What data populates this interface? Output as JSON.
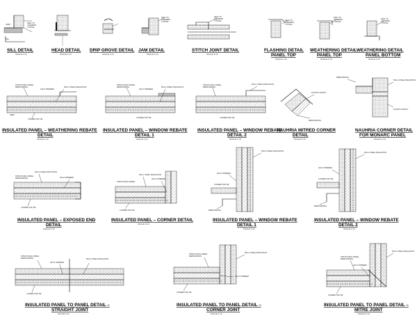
{
  "details": [
    {
      "id": "sill",
      "title": [
        "SILL DETAIL"
      ],
      "scale": "SCALE 1:10",
      "notes": [
        "SEAL TO",
        "CHAMFER",
        "TYPICAL",
        "GREY",
        "SILL"
      ]
    },
    {
      "id": "head",
      "title": [
        "HEAD DETAIL"
      ],
      "scale": "SCALE 1:10",
      "notes": []
    },
    {
      "id": "drip",
      "title": [
        "DRIP GROVE DETAIL"
      ],
      "scale": "SCALE 1:10",
      "notes": []
    },
    {
      "id": "jam",
      "title": [
        "JAM DETAIL"
      ],
      "scale": "SCALE 1:10",
      "notes": [
        "SEAL TO",
        "CHAMFER",
        "TYPICAL"
      ]
    },
    {
      "id": "stitch",
      "title": [
        "STITCH JOINT DETAIL"
      ],
      "scale": "SCALE 1:10",
      "notes": [
        "SEAL TO",
        "CHAMFER",
        "TYPICAL"
      ]
    },
    {
      "id": "flash",
      "title": [
        "FLASHING DETAIL",
        "PANEL TOP"
      ],
      "scale": "SCALE 1:10",
      "notes": [
        "SEAL TO",
        "CHAMFER",
        "TYPICAL"
      ]
    },
    {
      "id": "weathtop",
      "title": [
        "WEATHERING DETAIL",
        "PANEL TOP"
      ],
      "scale": "SCALE 1:10",
      "notes": [
        "SEAL TO",
        "CHAMFER",
        "TYPICAL"
      ]
    },
    {
      "id": "weathbot",
      "title": [
        "WEATHERING DETAIL",
        "PANEL BOTTOM"
      ],
      "scale": "SCALE 1:10",
      "notes": [
        "SEAL TO",
        "CHAMFER",
        "TYPICAL"
      ]
    },
    {
      "id": "weathrebate",
      "title": [
        "INSULATED PANEL – WEATHERING REBATE",
        "DETAIL"
      ],
      "scale": "SCALE 1:10",
      "notes": [
        "STRUCTURAL PANEL",
        "REINFORCING",
        "HD-VI TRIMMER",
        "50mm STEEL INSULATION",
        "CONNECTOR TIE",
        "GREY"
      ]
    },
    {
      "id": "winrebate1",
      "title": [
        "INSULATED PANEL – WINDOW REBATE",
        "DETAIL 1"
      ],
      "scale": "SCALE 1:10",
      "notes": [
        "STRUCTURAL PANEL",
        "REINFORCING",
        "HD-VI TRIMMER",
        "50mm STEEL INSULATION",
        "CONNECTOR TIE"
      ]
    },
    {
      "id": "winrebate2",
      "title": [
        "INSULATED PANEL – WINDOW REBATE",
        "DETAIL 2"
      ],
      "scale": "SCALE 1:10",
      "notes": [
        "STRUCTURAL PANEL",
        "REINFORCING",
        "50mm STEEL INSULATION",
        "CONNECTOR TIE"
      ]
    },
    {
      "id": "mitred",
      "title": [
        "NAUHRIA MITRED CORNER",
        "DETAIL"
      ],
      "scale": "SCALE 1:10",
      "notes": [
        "PLASTIC SUPPLY",
        "REINFORCING"
      ]
    },
    {
      "id": "monarc",
      "title": [
        "NAUHRIA CORNER DETAIL",
        "FOR MONARC PANEL"
      ],
      "scale": "SCALE 1:10",
      "notes": [
        "50mm STEEL INSULATION",
        "REINFORCING",
        "PLASTIC SUPPLY"
      ]
    },
    {
      "id": "exposed",
      "title": [
        "INSULATED PANEL – EXPOSED END",
        "DETAIL"
      ],
      "scale": "SCALE 1:10",
      "notes": [
        "50mm STEEL INSULATION",
        "HD-VI TRIMMER",
        "STRUCTURAL PANEL",
        "REINFORCING",
        "CONNECTOR TIE"
      ]
    },
    {
      "id": "corner",
      "title": [
        "INSULATED PANEL – CORNER DETAIL"
      ],
      "scale": "SCALE 1:10",
      "notes": [
        "50mm STEEL INSULATION",
        "HD-VI TRIMMER",
        "STRUCTURAL PANEL",
        "CONNECTOR TIE"
      ]
    },
    {
      "id": "winrebate1b",
      "title": [
        "INSULATED PANEL – WINDOW REBATE",
        "DETAIL 1"
      ],
      "scale": "SCALE 1:10",
      "notes": [
        "50mm STEEL INSULATION",
        "HD-VI TRIMMER",
        "CONNECTOR TIE",
        "REINFORCING"
      ]
    },
    {
      "id": "winrebate2b",
      "title": [
        "INSULATED PANEL – WINDOW REBATE",
        "DETAIL 2"
      ],
      "scale": "SCALE 1:10",
      "notes": [
        "50mm STEEL INSULATION",
        "HD-VI TRIMMER",
        "CONNECTOR TIE",
        "REINFORCING"
      ]
    },
    {
      "id": "straight",
      "title": [
        "INSULATED PANEL TO PANEL DETAIL –",
        "STRAIGHT JOINT"
      ],
      "scale": "SCALE 1:10",
      "notes": [
        "STRUCTURAL PANEL",
        "REINFORCING",
        "50mm STEEL INSULATION",
        "HD-VI TRIMMER",
        "CONNECTOR TIE"
      ]
    },
    {
      "id": "cornerjoint",
      "title": [
        "INSULATED PANEL TO PANEL DETAIL –",
        "CORNER JOINT"
      ],
      "scale": "SCALE 1:10",
      "notes": [
        "STRUCTURAL PANEL",
        "REINFORCING",
        "50mm STEEL INSULATION",
        "HD-VI TRIMMER",
        "CONNECTOR TIE"
      ]
    },
    {
      "id": "mitre",
      "title": [
        "INSULATED PANEL TO PANEL DETAIL –",
        "MITRE JOINT"
      ],
      "scale": "SCALE 1:10",
      "notes": [
        "STRUCTURAL PANEL",
        "REINFORCING",
        "50mm STEEL INSULATION",
        "HD-VI TRIMMER",
        "CONNECTOR TIE"
      ]
    }
  ]
}
